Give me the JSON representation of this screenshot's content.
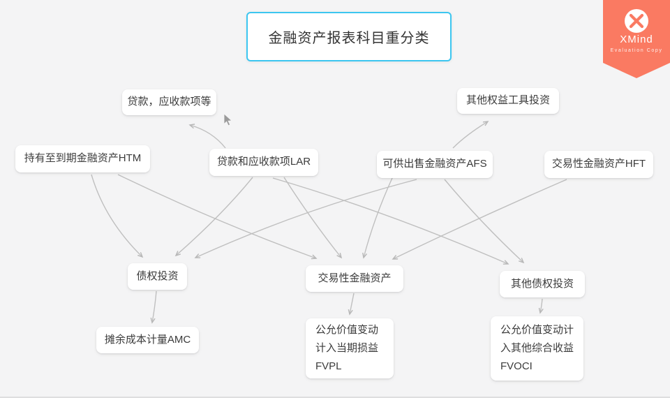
{
  "title": "金融资产报表科目重分类",
  "badge": {
    "brand": "XMind",
    "note": "Evaluation Copy"
  },
  "colors": {
    "accent": "#3cc6f0",
    "arrow": "#bfbfbf",
    "badge": "#fa7a62",
    "node_background": "#ffffff",
    "canvas_background": "#f4f4f5",
    "text": "#3b3b3b"
  },
  "diagram": {
    "nodes": [
      {
        "id": "loans-receivables",
        "label": "贷款，应收款项等"
      },
      {
        "id": "other-equity-investment",
        "label": "其他权益工具投资"
      },
      {
        "id": "htm",
        "label": "持有至到期金融资产HTM"
      },
      {
        "id": "lar",
        "label": "贷款和应收款项LAR"
      },
      {
        "id": "afs",
        "label": "可供出售金融资产AFS"
      },
      {
        "id": "hft",
        "label": "交易性金融资产HFT"
      },
      {
        "id": "debt-investment",
        "label": "债权投资"
      },
      {
        "id": "trading-financial-assets",
        "label": "交易性金融资产"
      },
      {
        "id": "other-debt-investment",
        "label": "其他债权投资"
      },
      {
        "id": "amc",
        "label": "摊余成本计量AMC"
      },
      {
        "id": "fvpl",
        "label": "公允价值变动\n计入当期损益\nFVPL"
      },
      {
        "id": "fvoci",
        "label": "公允价值变动计\n入其他综合收益\nFVOCI"
      }
    ],
    "edges": [
      {
        "from": "lar",
        "to": "loans-receivables"
      },
      {
        "from": "afs",
        "to": "other-equity-investment"
      },
      {
        "from": "htm",
        "to": "debt-investment"
      },
      {
        "from": "htm",
        "to": "trading-financial-assets"
      },
      {
        "from": "lar",
        "to": "debt-investment"
      },
      {
        "from": "lar",
        "to": "trading-financial-assets"
      },
      {
        "from": "lar",
        "to": "other-debt-investment"
      },
      {
        "from": "afs",
        "to": "debt-investment"
      },
      {
        "from": "afs",
        "to": "trading-financial-assets"
      },
      {
        "from": "afs",
        "to": "other-debt-investment"
      },
      {
        "from": "hft",
        "to": "trading-financial-assets"
      },
      {
        "from": "debt-investment",
        "to": "amc"
      },
      {
        "from": "trading-financial-assets",
        "to": "fvpl"
      },
      {
        "from": "other-debt-investment",
        "to": "fvoci"
      }
    ]
  }
}
